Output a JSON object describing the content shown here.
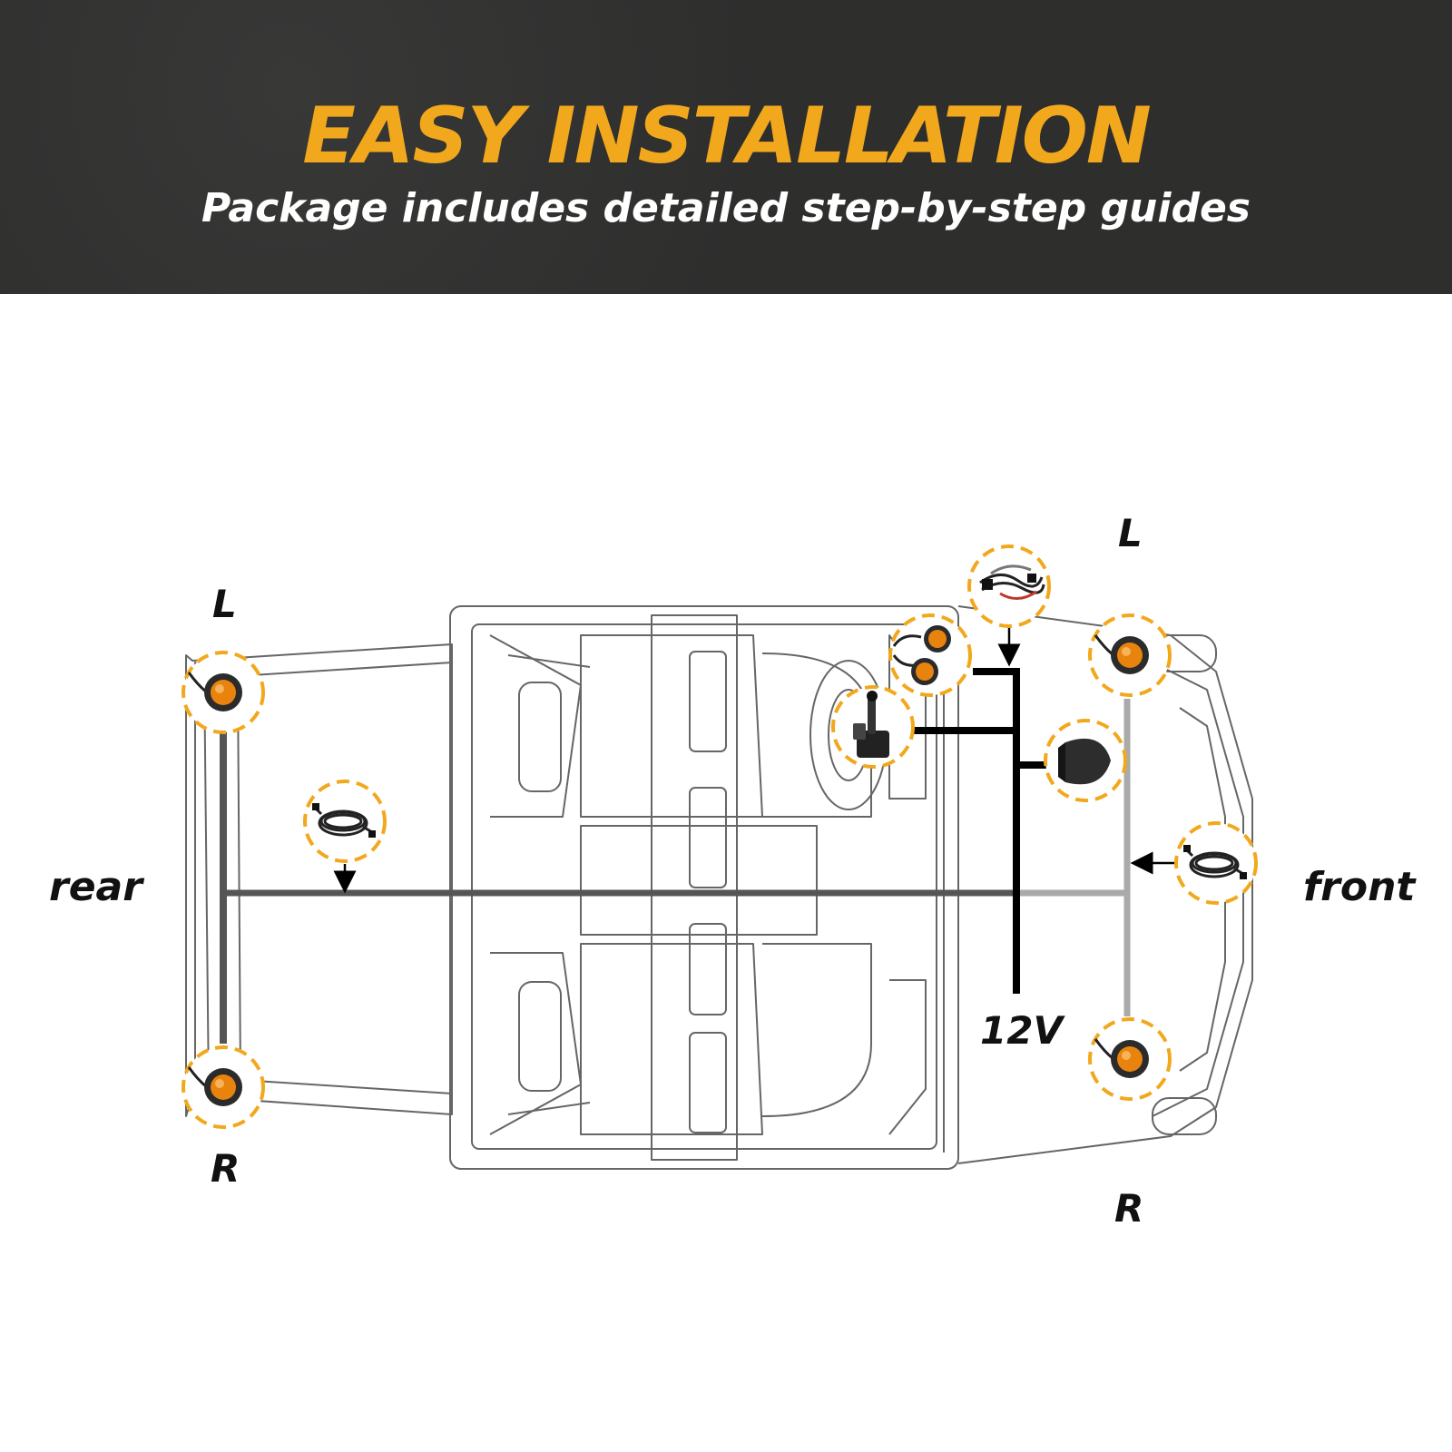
{
  "colors": {
    "banner_bg": "#2e2e2d",
    "accent": "#f2a81d",
    "title": "#f2a81d",
    "subtitle": "#ffffff",
    "light_amber": "#e8830e",
    "wire_dark": "#555555",
    "wire_black": "#000000",
    "wire_gray": "#aaaaaa"
  },
  "header": {
    "title": "EASY INSTALLATION",
    "subtitle": "Package includes detailed step-by-step guides"
  },
  "diagram": {
    "rear_label": "rear",
    "front_label": "front",
    "rear_left_label": "L",
    "rear_right_label": "R",
    "front_left_label": "L",
    "front_right_label": "R",
    "power_label": "12V",
    "components": [
      {
        "name": "rear-left-marker-light",
        "icon": "amber-round-light-icon"
      },
      {
        "name": "rear-right-marker-light",
        "icon": "amber-round-light-icon"
      },
      {
        "name": "front-left-marker-light",
        "icon": "amber-round-light-icon"
      },
      {
        "name": "front-right-marker-light",
        "icon": "amber-round-light-icon"
      },
      {
        "name": "dash-indicator-lights",
        "icon": "twin-amber-light-icon"
      },
      {
        "name": "turn-signal-switch",
        "icon": "switch-lever-icon"
      },
      {
        "name": "main-wiring-harness",
        "icon": "wiring-harness-icon"
      },
      {
        "name": "horn",
        "icon": "horn-icon"
      },
      {
        "name": "rear-extension-harness",
        "icon": "coiled-cable-icon"
      },
      {
        "name": "front-extension-harness",
        "icon": "coiled-cable-icon"
      }
    ]
  }
}
